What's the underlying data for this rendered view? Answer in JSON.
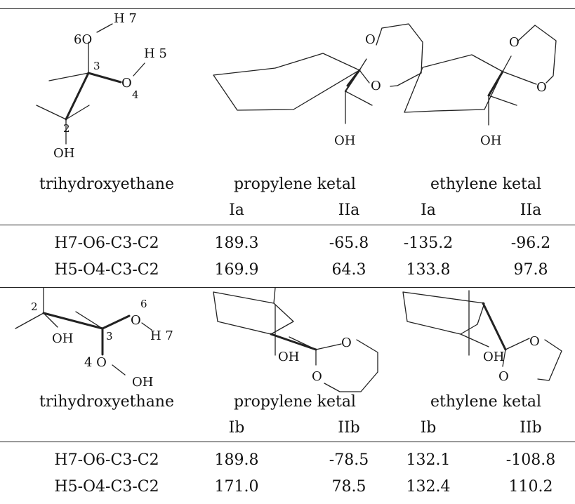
{
  "sections": [
    {
      "structures": {
        "model": {
          "atoms": {
            "o6": "6O",
            "h7": "H 7",
            "c3": "3",
            "h5": "H 5",
            "o4": "O",
            "o4n": "4",
            "c2": "2",
            "oh": "OH"
          }
        },
        "propylene": {
          "o_top": "O",
          "o_bot": "O",
          "oh": "OH"
        },
        "ethylene": {
          "o_top": "O",
          "o_bot": "O",
          "oh": "OH"
        }
      },
      "labels": {
        "model": "trihydroxyethane",
        "propylene": "propylene ketal",
        "ethylene": "ethylene ketal"
      },
      "conformers": [
        "Ia",
        "IIa",
        "Ia",
        "IIa"
      ],
      "rows": [
        {
          "dihedral": "H7-O6-C3-C2",
          "values": [
            "189.3",
            "-65.8",
            "-135.2",
            "-96.2"
          ]
        },
        {
          "dihedral": "H5-O4-C3-C2",
          "values": [
            "169.9",
            "64.3",
            "133.8",
            "97.8"
          ]
        }
      ]
    },
    {
      "structures": {
        "model": {
          "atoms": {
            "c2": "2",
            "oh_left": "OH",
            "c3": "3",
            "o6n": "6",
            "o6": "O",
            "h7": "H 7",
            "o4": "4 O",
            "oh_bot": "OH"
          }
        },
        "propylene": {
          "o_top": "O",
          "o_bot": "O",
          "oh": "OH"
        },
        "ethylene": {
          "o_top": "O",
          "o_bot": "O",
          "oh": "OH"
        }
      },
      "labels": {
        "model": "trihydroxyethane",
        "propylene": "propylene ketal",
        "ethylene": "ethylene ketal"
      },
      "conformers": [
        "Ib",
        "IIb",
        "Ib",
        "IIb"
      ],
      "rows": [
        {
          "dihedral": "H7-O6-C3-C2",
          "values": [
            "189.8",
            "-78.5",
            "132.1",
            "-108.8"
          ]
        },
        {
          "dihedral": "H5-O4-C3-C2",
          "values": [
            "171.0",
            "78.5",
            "132.4",
            "110.2"
          ]
        }
      ]
    }
  ]
}
